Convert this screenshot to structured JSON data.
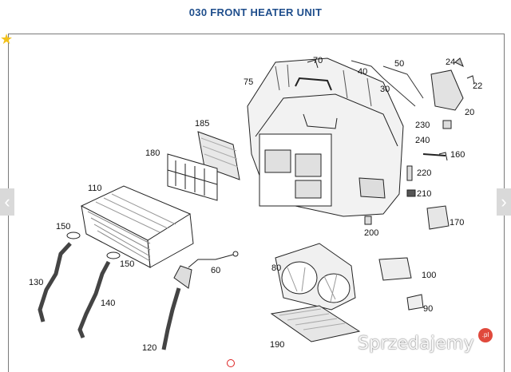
{
  "page": {
    "title": "030 FRONT HEATER UNIT",
    "nav_prev_glyph": "‹",
    "nav_next_glyph": "›",
    "favorite_glyph": "★"
  },
  "watermark": {
    "text": "Sprzedajemy",
    "badge": ".pl"
  },
  "diagram": {
    "labels": [
      "70",
      "50",
      "40",
      "30",
      "24",
      "22",
      "20",
      "75",
      "185",
      "180",
      "110",
      "230",
      "240",
      "160",
      "220",
      "210",
      "170",
      "200",
      "150",
      "150",
      "130",
      "140",
      "60",
      "80",
      "100",
      "90",
      "120",
      "190"
    ]
  },
  "colors": {
    "title": "#1f4e8c",
    "accent": "#e0493c",
    "star": "#f3c21b"
  }
}
